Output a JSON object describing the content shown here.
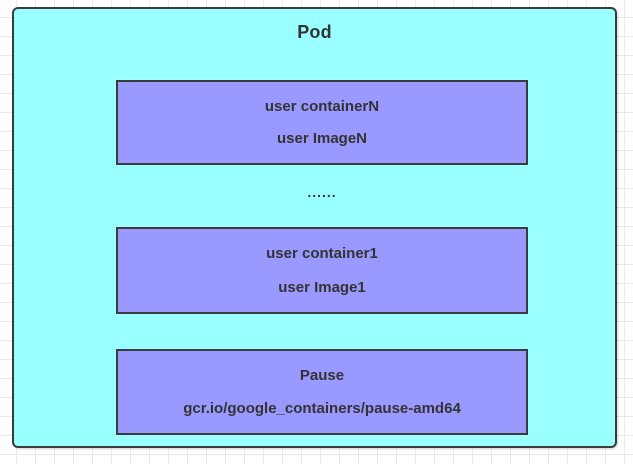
{
  "canvas": {
    "background_color": "#ffffff",
    "grid_line_color": "#e9e9e9"
  },
  "pod": {
    "title": "Pod",
    "fill_color": "#99ffff",
    "border_color": "#3b3b3b",
    "text_color": "#333333",
    "ellipsis": "......",
    "container_fill_color": "#9999ff",
    "containers": [
      {
        "name": "user containerN",
        "image": "user ImageN"
      },
      {
        "name": "user container1",
        "image": "user Image1"
      },
      {
        "name": "Pause",
        "image": "gcr.io/google_containers/pause-amd64"
      }
    ]
  }
}
